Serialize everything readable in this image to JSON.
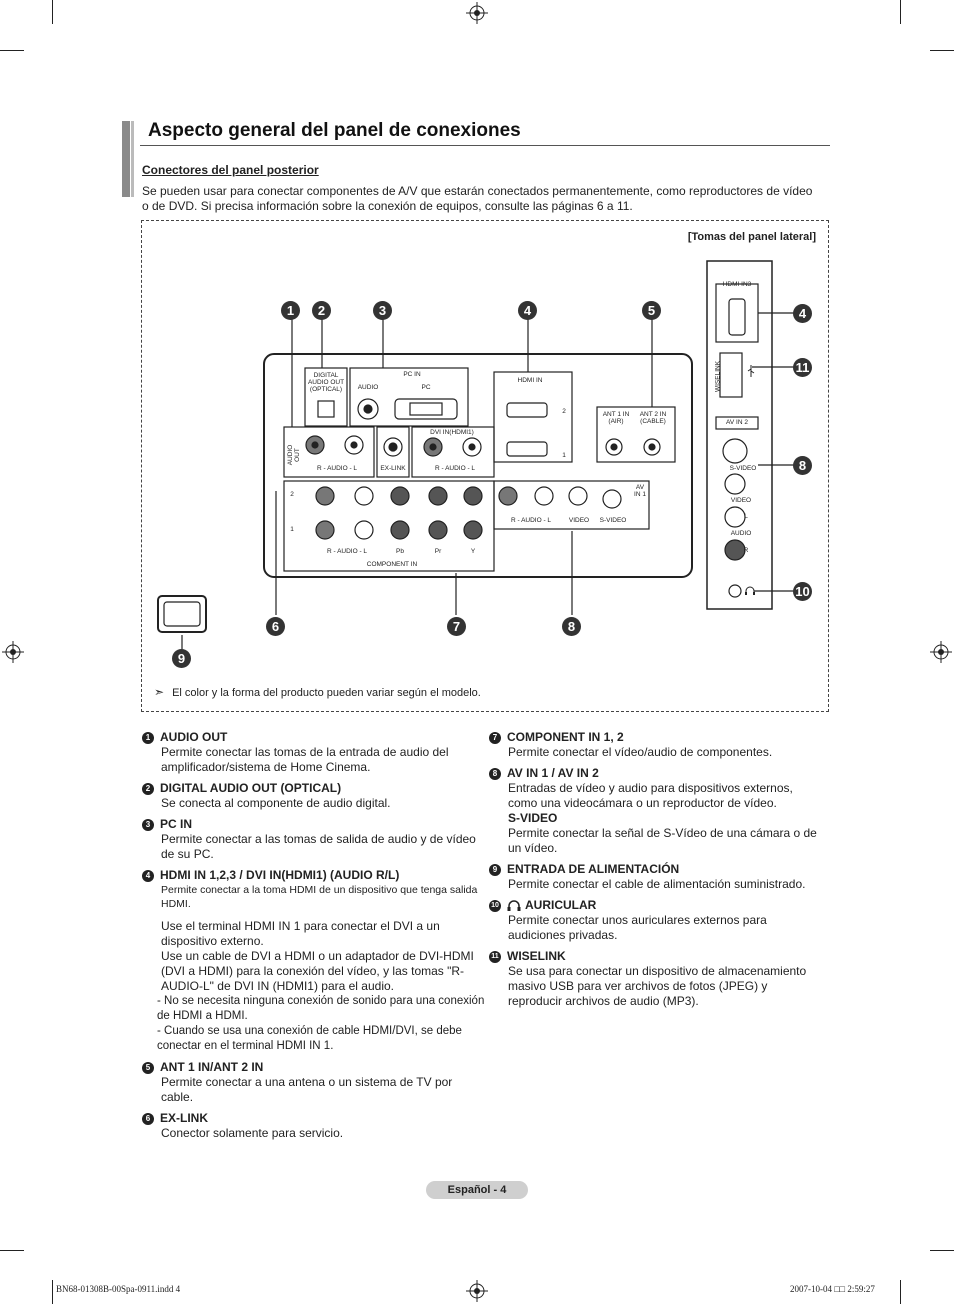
{
  "header": {
    "title": "Aspecto general del panel de conexiones",
    "subtitle": "Conectores del panel posterior",
    "intro": "Se pueden usar para conectar componentes de A/V que estarán conectados permanentemente, como reproductores de vídeo o de DVD. Si precisa información sobre la conexión de equipos, consulte las páginas 6 a 11."
  },
  "diagram": {
    "side_panel_label": "[Tomas del panel lateral]",
    "note_arrow": "➣",
    "note": "El color y la forma del producto pueden variar según el modelo.",
    "callouts": [
      "1",
      "2",
      "3",
      "4",
      "5",
      "6",
      "7",
      "8",
      "9",
      "10",
      "11"
    ],
    "labels": {
      "digital_audio": "DIGITAL AUDIO OUT (OPTICAL)",
      "pc_in": "PC IN",
      "audio": "AUDIO",
      "pc": "PC",
      "hdmi_in": "HDMI IN",
      "dvi_in": "DVI IN(HDMI1)",
      "ex_link": "EX-LINK",
      "audio_out": "AUDIO OUT",
      "r_audio_l": "R - AUDIO - L",
      "ant1": "ANT 1 IN (AIR)",
      "ant2": "ANT 2 IN (CABLE)",
      "component_in": "COMPONENT IN",
      "video": "VIDEO",
      "s_video": "S-VIDEO",
      "av_in_1": "AV IN 1",
      "pb": "Pb",
      "pr": "Pr",
      "y": "Y",
      "row2": "2",
      "row1": "1",
      "hdmi_in3": "HDMI IN3",
      "wiselink": "WISELINK",
      "av_in_2": "AV IN 2",
      "side_svideo": "S-VIDEO",
      "side_video": "VIDEO",
      "side_audio": "AUDIO",
      "side_l": "L",
      "side_r": "R"
    }
  },
  "left_items": [
    {
      "n": "1",
      "title": "AUDIO OUT",
      "body": "Permite conectar las tomas de la entrada de audio del amplificador/sistema de Home Cinema."
    },
    {
      "n": "2",
      "title": "DIGITAL AUDIO OUT (OPTICAL)",
      "body": "Se conecta al componente de audio digital."
    },
    {
      "n": "3",
      "title": "PC IN",
      "body": "Permite conectar a las tomas de salida de audio y de vídeo de su PC."
    },
    {
      "n": "4",
      "title": "HDMI IN 1,2,3 / DVI IN(HDMI1) (AUDIO R/L)",
      "small": "Permite conectar a la toma HDMI de un dispositivo que tenga salida HDMI.",
      "p1": "Use el terminal HDMI IN 1 para conectar el DVI a un dispositivo externo.",
      "p2": "Use un cable de DVI a HDMI o un adaptador de DVI-HDMI (DVI a HDMI) para la conexión del vídeo, y las tomas \"R-AUDIO-L\" de DVI IN (HDMI1) para el audio.",
      "d1": "- No se necesita ninguna conexión de sonido para una conexión de HDMI a HDMI.",
      "d2": "- Cuando se usa una conexión de cable HDMI/DVI, se debe conectar en el terminal HDMI IN 1."
    },
    {
      "n": "5",
      "title": "ANT 1 IN/ANT 2 IN",
      "body": "Permite conectar a una antena o un sistema de TV por cable."
    },
    {
      "n": "6",
      "title": "EX-LINK",
      "body": "Conector solamente para servicio."
    }
  ],
  "right_items": [
    {
      "n": "7",
      "title": "COMPONENT IN 1, 2",
      "body": "Permite conectar el vídeo/audio de componentes."
    },
    {
      "n": "8",
      "title": "AV IN 1 / AV IN 2",
      "body": "Entradas de vídeo y audio para dispositivos externos, como una videocámara o un reproductor de vídeo.",
      "sub_title": "S-VIDEO",
      "sub_body": "Permite conectar la señal de S-Vídeo de una cámara o de un vídeo."
    },
    {
      "n": "9",
      "title": "ENTRADA DE ALIMENTACIÓN",
      "body": "Permite conectar el cable de alimentación suministrado."
    },
    {
      "n": "10",
      "title": "AURICULAR",
      "body": "Permite conectar unos auriculares externos para audiciones privadas.",
      "icon": "headphone-icon"
    },
    {
      "n": "11",
      "title": "WISELINK",
      "body": "Se usa para conectar un dispositivo de almacenamiento masivo USB para ver archivos de fotos (JPEG) y reproducir archivos de audio (MP3)."
    }
  ],
  "footer": {
    "page": "Español - 4",
    "file": "BN68-01308B-00Spa-0911.indd   4",
    "date": "2007-10-04   □□ 2:59:27"
  }
}
